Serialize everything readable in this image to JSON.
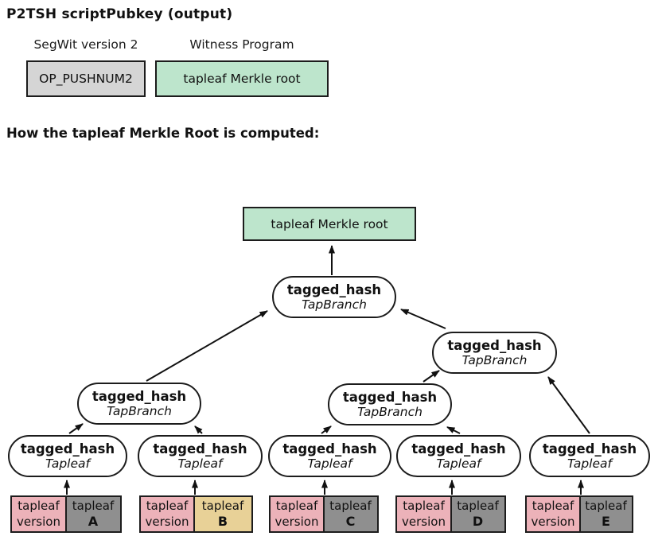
{
  "colors": {
    "green": "#bde5cc",
    "light_gray": "#d5d5d5",
    "pink": "#ecb2b9",
    "dark_gray": "#8f8f8f",
    "tan": "#e8d197",
    "node_fill": "#ffffff",
    "outline": "#1c1c1c"
  },
  "header": {
    "title": "P2TSH scriptPubkey (output)",
    "segwit": {
      "label": "SegWit version 2",
      "value": "OP_PUSHNUM2",
      "bg": "#d5d5d5"
    },
    "witness": {
      "label": "Witness Program",
      "value": "tapleaf Merkle root",
      "bg": "#bde5cc"
    },
    "subtitle": "How the tapleaf Merkle Root is computed:"
  },
  "tree": {
    "root": {
      "label": "tapleaf Merkle root",
      "bg": "#bde5cc"
    },
    "branches": [
      {
        "title": "tagged_hash",
        "subtitle": "TapBranch"
      },
      {
        "title": "tagged_hash",
        "subtitle": "TapBranch"
      },
      {
        "title": "tagged_hash",
        "subtitle": "TapBranch"
      },
      {
        "title": "tagged_hash",
        "subtitle": "TapBranch"
      }
    ],
    "leaves": [
      {
        "title": "tagged_hash",
        "subtitle": "Tapleaf"
      },
      {
        "title": "tagged_hash",
        "subtitle": "Tapleaf"
      },
      {
        "title": "tagged_hash",
        "subtitle": "Tapleaf"
      },
      {
        "title": "tagged_hash",
        "subtitle": "Tapleaf"
      },
      {
        "title": "tagged_hash",
        "subtitle": "Tapleaf"
      }
    ],
    "inputs": [
      {
        "version_top": "tapleaf",
        "version_bottom": "version",
        "version_bg": "#ecb2b9",
        "leaf_top": "tapleaf",
        "letter": "A",
        "leaf_bg": "#8f8f8f"
      },
      {
        "version_top": "tapleaf",
        "version_bottom": "version",
        "version_bg": "#ecb2b9",
        "leaf_top": "tapleaf",
        "letter": "B",
        "leaf_bg": "#e8d197"
      },
      {
        "version_top": "tapleaf",
        "version_bottom": "version",
        "version_bg": "#ecb2b9",
        "leaf_top": "tapleaf",
        "letter": "C",
        "leaf_bg": "#8f8f8f"
      },
      {
        "version_top": "tapleaf",
        "version_bottom": "version",
        "version_bg": "#ecb2b9",
        "leaf_top": "tapleaf",
        "letter": "D",
        "leaf_bg": "#8f8f8f"
      },
      {
        "version_top": "tapleaf",
        "version_bottom": "version",
        "version_bg": "#ecb2b9",
        "leaf_top": "tapleaf",
        "letter": "E",
        "leaf_bg": "#8f8f8f"
      }
    ]
  }
}
